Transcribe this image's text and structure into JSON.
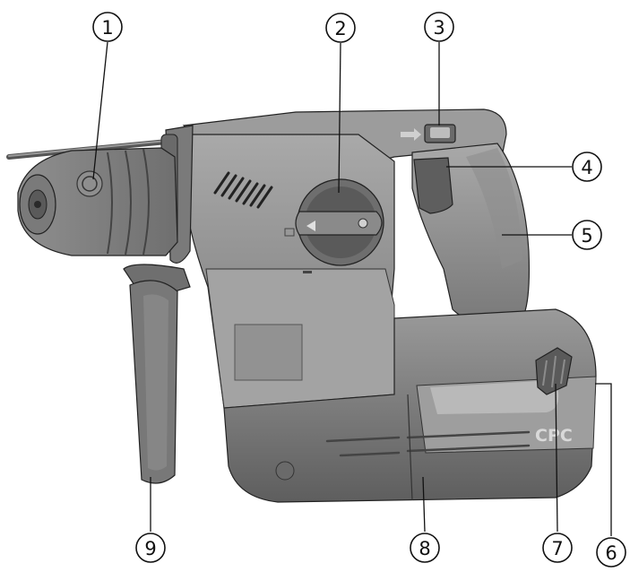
{
  "figure": {
    "brand_text": "CPC",
    "callouts": [
      {
        "id": "1",
        "label": "1"
      },
      {
        "id": "2",
        "label": "2"
      },
      {
        "id": "3",
        "label": "3"
      },
      {
        "id": "4",
        "label": "4"
      },
      {
        "id": "5",
        "label": "5"
      },
      {
        "id": "6",
        "label": "6"
      },
      {
        "id": "7",
        "label": "7"
      },
      {
        "id": "8",
        "label": "8"
      },
      {
        "id": "9",
        "label": "9"
      }
    ]
  },
  "colors": {
    "body_dark": "#5a5a5a",
    "body_mid": "#8a8a8a",
    "body_light": "#b8b8b8",
    "outline": "#111111"
  }
}
